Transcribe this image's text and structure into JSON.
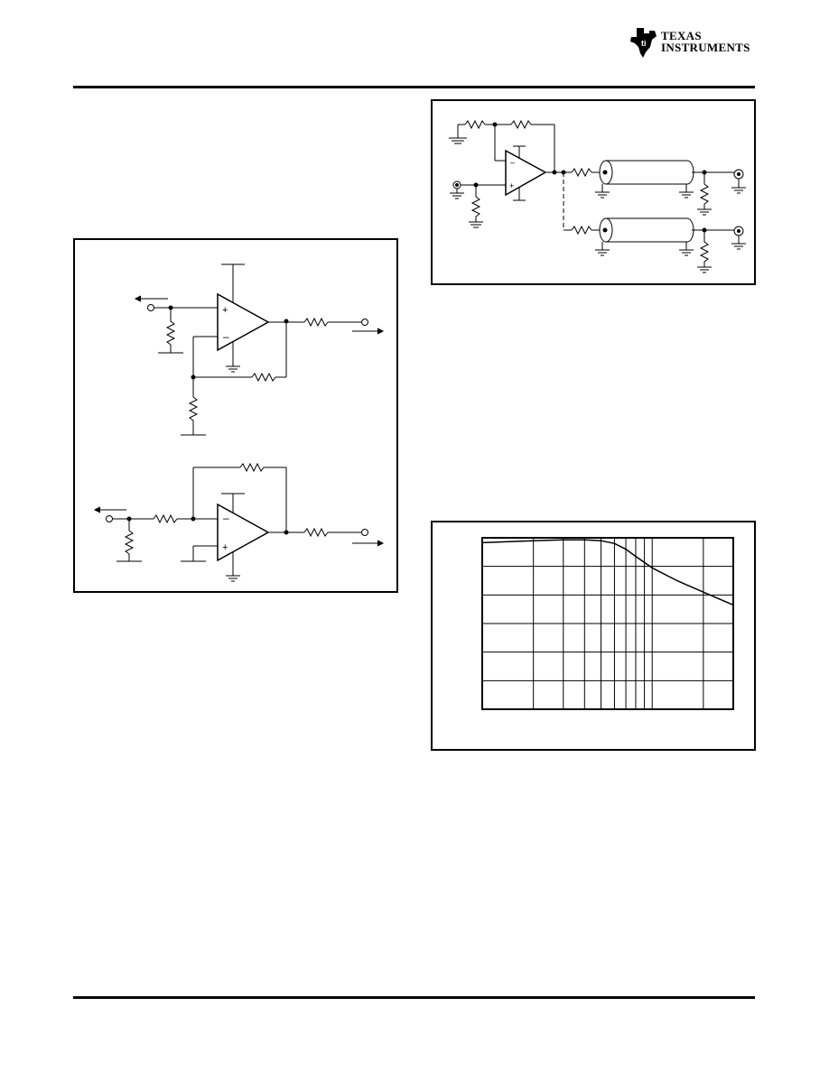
{
  "header": {
    "logo_text": "TEXAS\nINSTRUMENTS",
    "logo_icon": "ti-texas-logo-icon"
  },
  "figures": [
    {
      "id": "noninverting-and-inverting-amplifier-schematics",
      "icon": "op-amp-circuit-icon",
      "circuits": [
        "non-inverting-amplifier",
        "inverting-amplifier"
      ]
    },
    {
      "id": "video-line-driver-schematic",
      "icon": "op-amp-circuit-icon",
      "outputs": 2
    }
  ],
  "chart_data": {
    "type": "line",
    "title": "",
    "xlabel": "",
    "ylabel": "",
    "log_x": true,
    "grid": true,
    "x_decade_positions": [
      1,
      2,
      3,
      4,
      5,
      6,
      7,
      8,
      9,
      10,
      20,
      30
    ],
    "y_grid_rows": 6,
    "series": [
      {
        "name": "",
        "color": "#000000",
        "x": [
          1,
          2,
          3,
          4,
          5,
          6,
          7,
          8,
          10,
          14,
          20,
          25,
          30
        ],
        "y": [
          5.83,
          5.9,
          5.93,
          5.93,
          5.9,
          5.8,
          5.6,
          5.35,
          4.95,
          4.5,
          4.1,
          3.85,
          3.65
        ]
      }
    ],
    "ylim": [
      0,
      6.0
    ]
  }
}
